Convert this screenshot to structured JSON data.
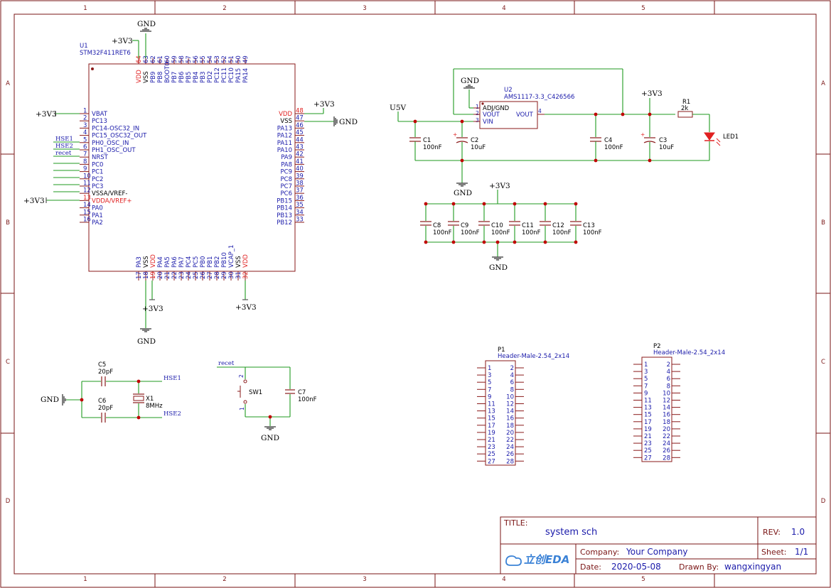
{
  "frame": {
    "columns": [
      "1",
      "2",
      "3",
      "4",
      "5"
    ],
    "rows": [
      "A",
      "B",
      "C",
      "D"
    ]
  },
  "nets": {
    "gnd": "GND",
    "v33": "+3V3",
    "u5v": "U5V",
    "hse1": "HSE1",
    "hse2": "HSE2",
    "recet": "recet"
  },
  "u1": {
    "designator": "U1",
    "part": "STM32F411RET6",
    "left_pins": [
      {
        "num": "1",
        "name": "VBAT"
      },
      {
        "num": "2",
        "name": "PC13"
      },
      {
        "num": "3",
        "name": "PC14-OSC32_IN"
      },
      {
        "num": "4",
        "name": "PC15_OSC32_OUT"
      },
      {
        "num": "5",
        "name": "PH0_OSC_IN"
      },
      {
        "num": "6",
        "name": "PH1_OSC_OUT"
      },
      {
        "num": "7",
        "name": "NRST"
      },
      {
        "num": "8",
        "name": "PC0"
      },
      {
        "num": "9",
        "name": "PC1"
      },
      {
        "num": "10",
        "name": "PC2"
      },
      {
        "num": "11",
        "name": "PC3"
      },
      {
        "num": "12",
        "name": "VSSA/VREF-"
      },
      {
        "num": "13",
        "name": "VDDA/VREF+"
      },
      {
        "num": "14",
        "name": "PA0"
      },
      {
        "num": "15",
        "name": "PA1"
      },
      {
        "num": "16",
        "name": "PA2"
      }
    ],
    "right_pins": [
      {
        "num": "48",
        "name": "VDD"
      },
      {
        "num": "47",
        "name": "VSS"
      },
      {
        "num": "46",
        "name": "PA13"
      },
      {
        "num": "45",
        "name": "PA12"
      },
      {
        "num": "44",
        "name": "PA11"
      },
      {
        "num": "43",
        "name": "PA10"
      },
      {
        "num": "42",
        "name": "PA9"
      },
      {
        "num": "41",
        "name": "PA8"
      },
      {
        "num": "40",
        "name": "PC9"
      },
      {
        "num": "39",
        "name": "PC8"
      },
      {
        "num": "38",
        "name": "PC7"
      },
      {
        "num": "37",
        "name": "PC6"
      },
      {
        "num": "36",
        "name": "PB15"
      },
      {
        "num": "35",
        "name": "PB14"
      },
      {
        "num": "34",
        "name": "PB13"
      },
      {
        "num": "33",
        "name": "PB12"
      }
    ],
    "top_pins": [
      {
        "num": "64",
        "name": "VDD"
      },
      {
        "num": "63",
        "name": "VSS"
      },
      {
        "num": "62",
        "name": "PB9"
      },
      {
        "num": "61",
        "name": "PB8"
      },
      {
        "num": "60",
        "name": "BOOT0"
      },
      {
        "num": "59",
        "name": "PB7"
      },
      {
        "num": "58",
        "name": "PB6"
      },
      {
        "num": "57",
        "name": "PB5"
      },
      {
        "num": "56",
        "name": "PB4"
      },
      {
        "num": "55",
        "name": "PB3"
      },
      {
        "num": "54",
        "name": "PD2"
      },
      {
        "num": "53",
        "name": "PC12"
      },
      {
        "num": "52",
        "name": "PC11"
      },
      {
        "num": "51",
        "name": "PC10"
      },
      {
        "num": "50",
        "name": "PA15"
      },
      {
        "num": "49",
        "name": "PA14"
      }
    ],
    "bottom_pins": [
      {
        "num": "17",
        "name": "PA3"
      },
      {
        "num": "18",
        "name": "VSS"
      },
      {
        "num": "19",
        "name": "VDD"
      },
      {
        "num": "20",
        "name": "PA4"
      },
      {
        "num": "21",
        "name": "PA5"
      },
      {
        "num": "22",
        "name": "PA6"
      },
      {
        "num": "23",
        "name": "PA7"
      },
      {
        "num": "24",
        "name": "PC4"
      },
      {
        "num": "25",
        "name": "PC5"
      },
      {
        "num": "26",
        "name": "PB0"
      },
      {
        "num": "27",
        "name": "PB1"
      },
      {
        "num": "28",
        "name": "PB2"
      },
      {
        "num": "29",
        "name": "PB10"
      },
      {
        "num": "30",
        "name": "VCAP_1"
      },
      {
        "num": "31",
        "name": "VSS"
      },
      {
        "num": "32",
        "name": "VDD"
      }
    ]
  },
  "u2": {
    "designator": "U2",
    "part": "AMS1117-3.3_C426566",
    "pin1": "ADJ/GND",
    "pin2": "VOUT",
    "pin3": "VIN",
    "pin4": "VOUT",
    "n1": "1",
    "n2": "2",
    "n3": "3",
    "n4": "4"
  },
  "caps": {
    "c1": {
      "ref": "C1",
      "val": "100nF"
    },
    "c2": {
      "ref": "C2",
      "val": "10uF"
    },
    "c3": {
      "ref": "C3",
      "val": "10uF"
    },
    "c4": {
      "ref": "C4",
      "val": "100nF"
    },
    "c5": {
      "ref": "C5",
      "val": "20pF"
    },
    "c6": {
      "ref": "C6",
      "val": "20pF"
    },
    "c7": {
      "ref": "C7",
      "val": "100nF"
    },
    "c8": {
      "ref": "C8",
      "val": "100nF"
    },
    "c9": {
      "ref": "C9",
      "val": "100nF"
    },
    "c10": {
      "ref": "C10",
      "val": "100nF"
    },
    "c11": {
      "ref": "C11",
      "val": "100nF"
    },
    "c12": {
      "ref": "C12",
      "val": "100nF"
    },
    "c13": {
      "ref": "C13",
      "val": "100nF"
    }
  },
  "r1": {
    "ref": "R1",
    "val": "2k"
  },
  "led1": {
    "ref": "LED1"
  },
  "x1": {
    "ref": "X1",
    "val": "8MHz"
  },
  "sw1": {
    "ref": "SW1",
    "p1": "1",
    "p2": "2"
  },
  "p1": {
    "ref": "P1",
    "part": "Header-Male-2.54_2x14",
    "left": [
      "1",
      "3",
      "5",
      "7",
      "9",
      "11",
      "13",
      "15",
      "17",
      "19",
      "21",
      "23",
      "25",
      "27"
    ],
    "right": [
      "2",
      "4",
      "6",
      "8",
      "10",
      "12",
      "14",
      "16",
      "18",
      "20",
      "22",
      "24",
      "26",
      "28"
    ]
  },
  "p2": {
    "ref": "P2",
    "part": "Header-Male-2.54_2x14",
    "left": [
      "1",
      "3",
      "5",
      "7",
      "9",
      "11",
      "13",
      "15",
      "17",
      "19",
      "21",
      "23",
      "25",
      "27"
    ],
    "right": [
      "2",
      "4",
      "6",
      "8",
      "10",
      "12",
      "14",
      "16",
      "18",
      "20",
      "22",
      "24",
      "26",
      "28"
    ]
  },
  "titleblock": {
    "title_label": "TITLE:",
    "title": "system sch",
    "rev_label": "REV:",
    "rev": "1.0",
    "logo": "立创EDA",
    "company_label": "Company:",
    "company": "Your Company",
    "sheet_label": "Sheet:",
    "sheet": "1/1",
    "date_label": "Date:",
    "date": "2020-05-08",
    "drawn_label": "Drawn By:",
    "drawn": "wangxingyan"
  },
  "colors": {
    "wire": "#1f9a1f",
    "body": "#8a1a1a",
    "frame": "#7a1515",
    "pin_text": "#1a1aaa",
    "power_pin": "#e02020",
    "junction": "#c00000"
  }
}
